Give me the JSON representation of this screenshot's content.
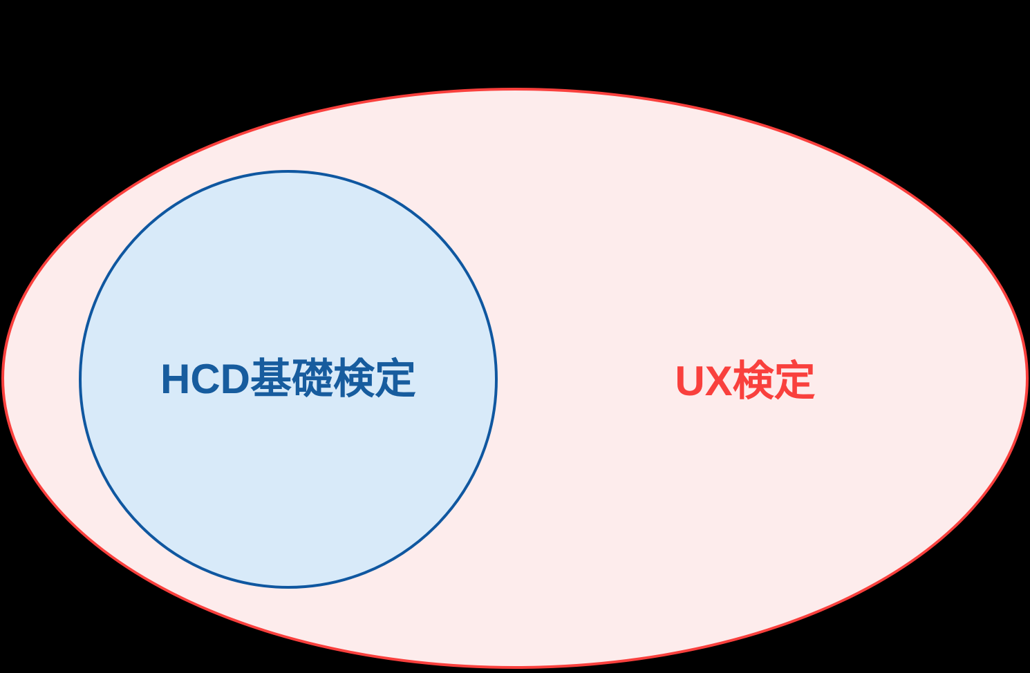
{
  "diagram": {
    "type": "euler-venn",
    "background_color": "#000000",
    "outer_set": {
      "label": "UX検定",
      "fill_color": "#FDECEC",
      "stroke_color": "#F9403D",
      "text_color": "#F9403D"
    },
    "inner_set": {
      "label": "HCD基礎検定",
      "fill_color": "#D8EAF9",
      "stroke_color": "#0F57A0",
      "text_color": "#175C9E"
    },
    "relationship": "inner set fully contained within outer set"
  }
}
